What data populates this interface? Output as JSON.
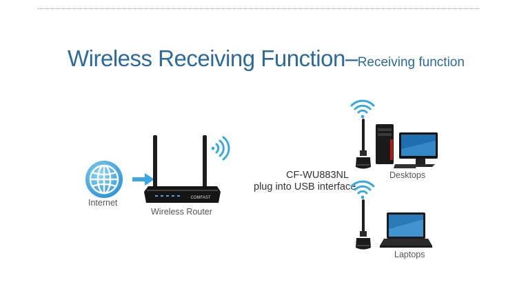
{
  "header": {
    "title_main": "Wireless Receiving Function",
    "title_sep": "–",
    "title_sub": "Receiving function"
  },
  "diagram": {
    "internet_label": "Internet",
    "router_label": "Wireless Router",
    "router_brand": "COMFAST",
    "adapter_model": "CF-WU883NL",
    "adapter_desc": "plug into USB interface",
    "desktops_label": "Desktops",
    "laptops_label": "Laptops"
  },
  "colors": {
    "title": "#2a6a9c",
    "wifi": "#38a9e0",
    "globe": "#3aa6e2",
    "arrow": "#3aa6e2"
  }
}
